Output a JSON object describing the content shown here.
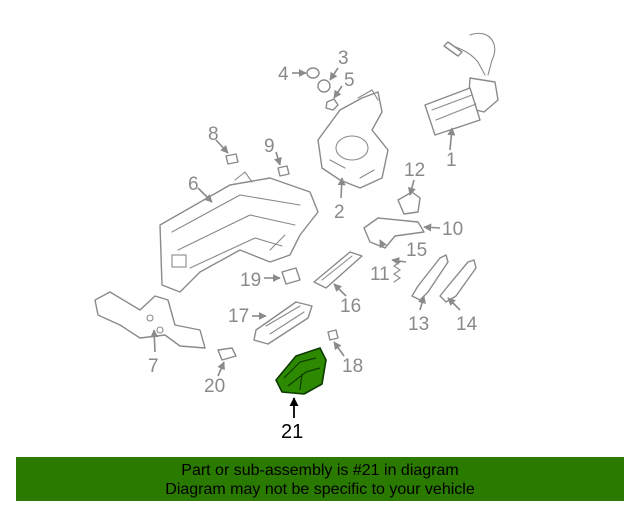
{
  "diagram": {
    "highlight_color": "#2d8a00",
    "part_labels": [
      "1",
      "2",
      "3",
      "4",
      "5",
      "6",
      "7",
      "8",
      "9",
      "10",
      "11",
      "12",
      "13",
      "14",
      "15",
      "16",
      "17",
      "18",
      "19",
      "20",
      "21"
    ],
    "highlighted_part": "21"
  },
  "banner": {
    "background_color": "#2a7a00",
    "line1": "Part or sub-assembly is #21 in diagram",
    "line2": "Diagram may not be specific to your vehicle"
  }
}
